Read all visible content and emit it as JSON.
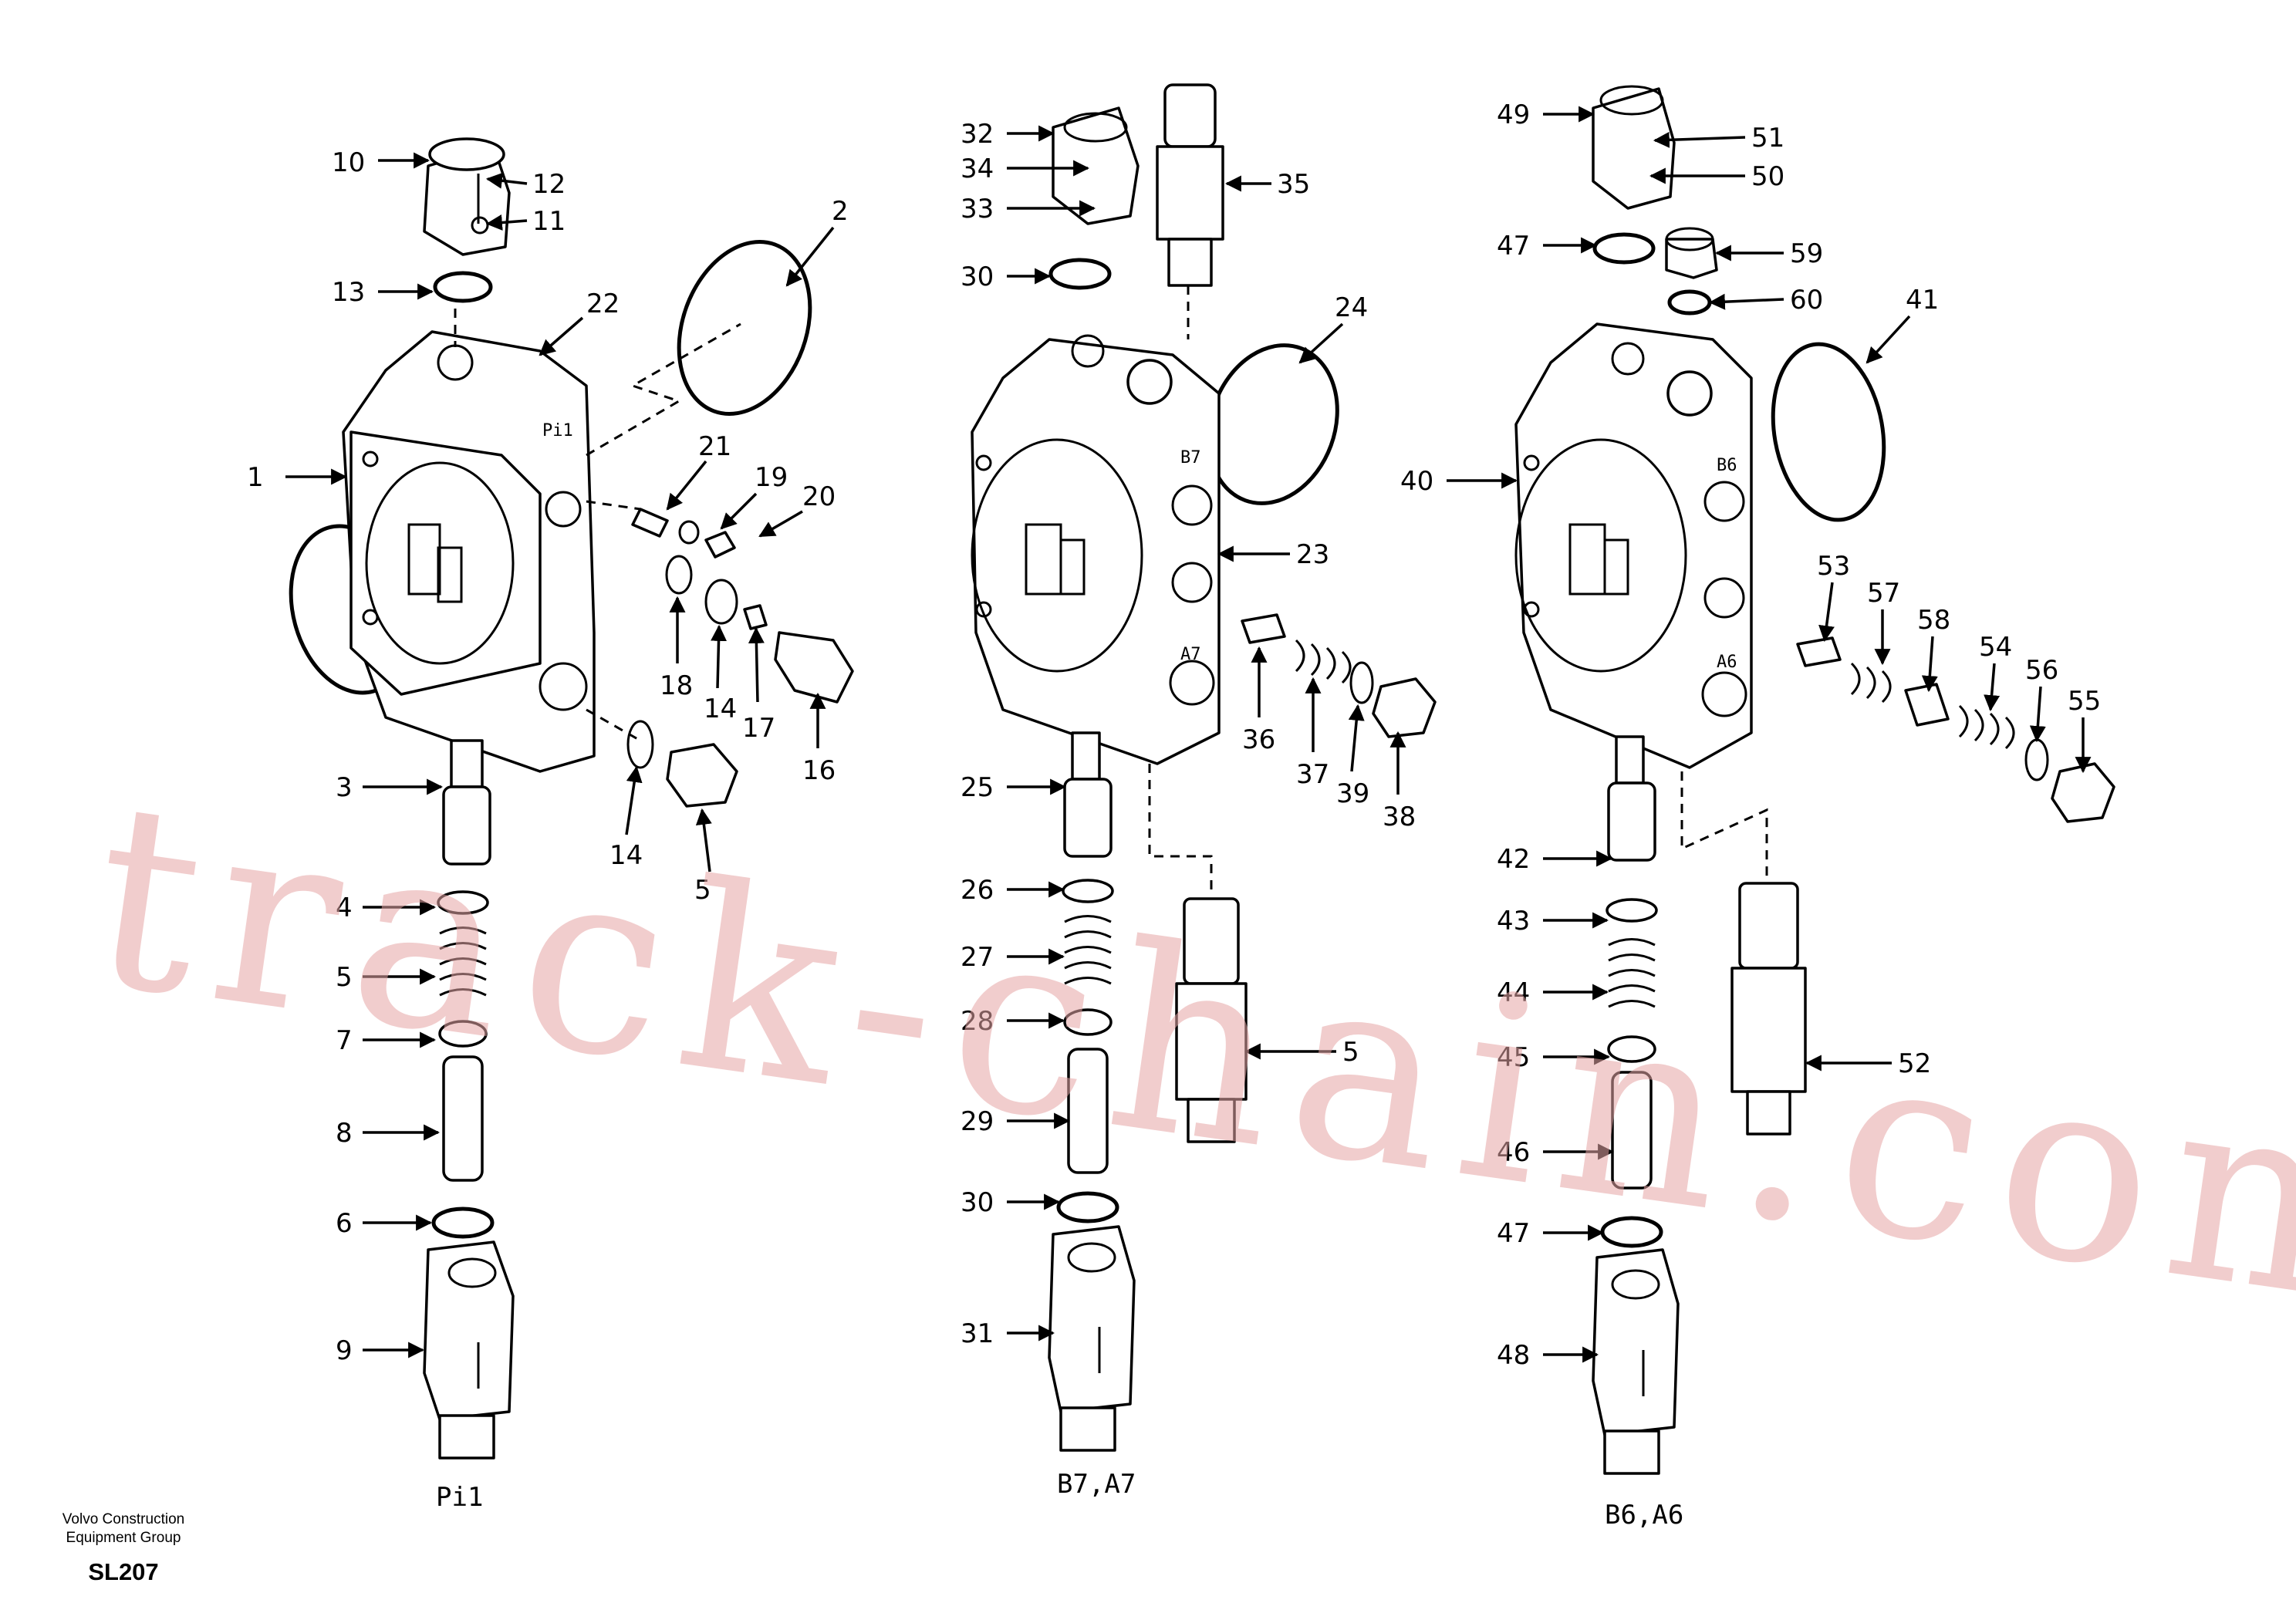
{
  "footer": {
    "company": "Volvo Construction\nEquipment Group",
    "code": "SL207"
  },
  "watermark": "track-chain.com",
  "sections": [
    {
      "caption": "Pi1",
      "port_labels": [
        "Pi1"
      ]
    },
    {
      "caption": "B7,A7",
      "port_labels": [
        "B7",
        "A7"
      ]
    },
    {
      "caption": "B6,A6",
      "port_labels": [
        "B6",
        "A6"
      ]
    }
  ],
  "callouts": {
    "c1": "1",
    "c2": "2",
    "c3": "3",
    "c4": "4",
    "c5": "5",
    "c5b": "5",
    "c5c": "5",
    "c6": "6",
    "c7": "7",
    "c8": "8",
    "c9": "9",
    "c10": "10",
    "c11": "11",
    "c12": "12",
    "c13": "13",
    "c14": "14",
    "c14b": "14",
    "c16": "16",
    "c17": "17",
    "c18": "18",
    "c19": "19",
    "c20": "20",
    "c21": "21",
    "c22": "22",
    "c23": "23",
    "c24": "24",
    "c25": "25",
    "c26": "26",
    "c27": "27",
    "c28": "28",
    "c29": "29",
    "c30": "30",
    "c30b": "30",
    "c31": "31",
    "c32": "32",
    "c33": "33",
    "c34": "34",
    "c35": "35",
    "c36": "36",
    "c37": "37",
    "c38": "38",
    "c39": "39",
    "c40": "40",
    "c41": "41",
    "c42": "42",
    "c43": "43",
    "c44": "44",
    "c45": "45",
    "c46": "46",
    "c47": "47",
    "c47b": "47",
    "c48": "48",
    "c49": "49",
    "c50": "50",
    "c51": "51",
    "c52": "52",
    "c53": "53",
    "c54": "54",
    "c55": "55",
    "c56": "56",
    "c57": "57",
    "c58": "58",
    "c59": "59",
    "c60": "60"
  },
  "colors": {
    "line": "#000000",
    "watermark": "#e6a6a6",
    "background": "#ffffff"
  }
}
